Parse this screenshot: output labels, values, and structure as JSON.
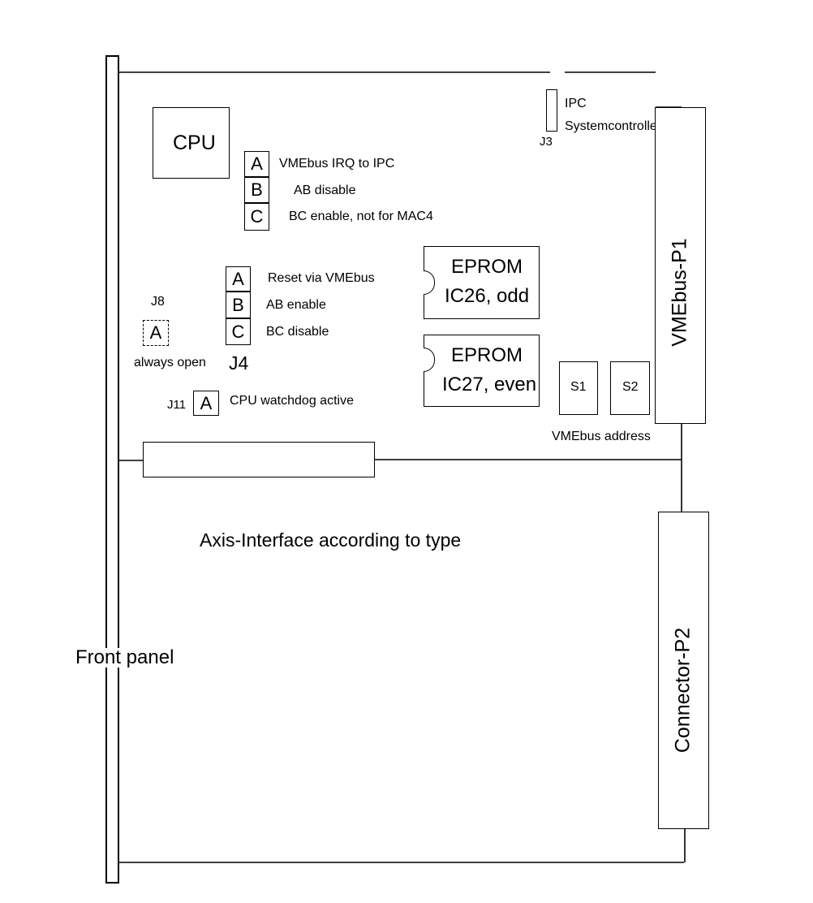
{
  "labels": {
    "cpu": "CPU",
    "ipc": "IPC",
    "systemcontroller": "Systemcontroller",
    "j3": "J3",
    "irq_jumper": {
      "a": "A",
      "b": "B",
      "c": "C",
      "a_text": "VMEbus IRQ to IPC",
      "b_text": "AB disable",
      "c_text": "BC enable, not for MAC4"
    },
    "j4": {
      "name": "J4",
      "a": "A",
      "b": "B",
      "c": "C",
      "a_text": "Reset via VMEbus",
      "b_text": "AB enable",
      "c_text": "BC disable"
    },
    "j8": {
      "name": "J8",
      "a": "A",
      "text": "always open"
    },
    "j11": {
      "name": "J11",
      "a": "A",
      "text": "CPU watchdog active"
    },
    "eprom1": {
      "line1": "EPROM",
      "line2": "IC26, odd"
    },
    "eprom2": {
      "line1": "EPROM",
      "line2": "IC27, even"
    },
    "s1": "S1",
    "s2": "S2",
    "vmebus_address": "VMEbus address",
    "vmebus_p1": "VMEbus-P1",
    "connector_p2": "Connector-P2",
    "axis_interface": "Axis-Interface according to type",
    "front_panel": "Front panel"
  }
}
